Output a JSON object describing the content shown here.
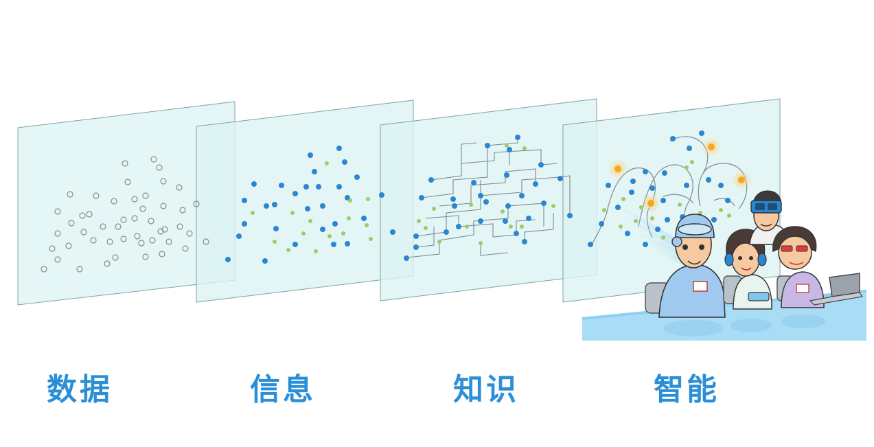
{
  "stages": [
    {
      "label": "数据"
    },
    {
      "label": "信息"
    },
    {
      "label": "知识"
    },
    {
      "label": "智能"
    }
  ],
  "colors": {
    "label": "#2a8fd6",
    "panel_fill": "#dff4f4",
    "panel_stroke": "#7fa2a6",
    "node_blue": "#2a86d1",
    "node_green": "#9ccc65",
    "node_orange": "#f6a623",
    "data_circle": "#8a8a8a",
    "line": "#7c8a96",
    "desk": "#a9dcf5"
  },
  "icons": [
    "people-at-desk-illustration",
    "vr-headset-icon",
    "laptop-icon"
  ]
}
